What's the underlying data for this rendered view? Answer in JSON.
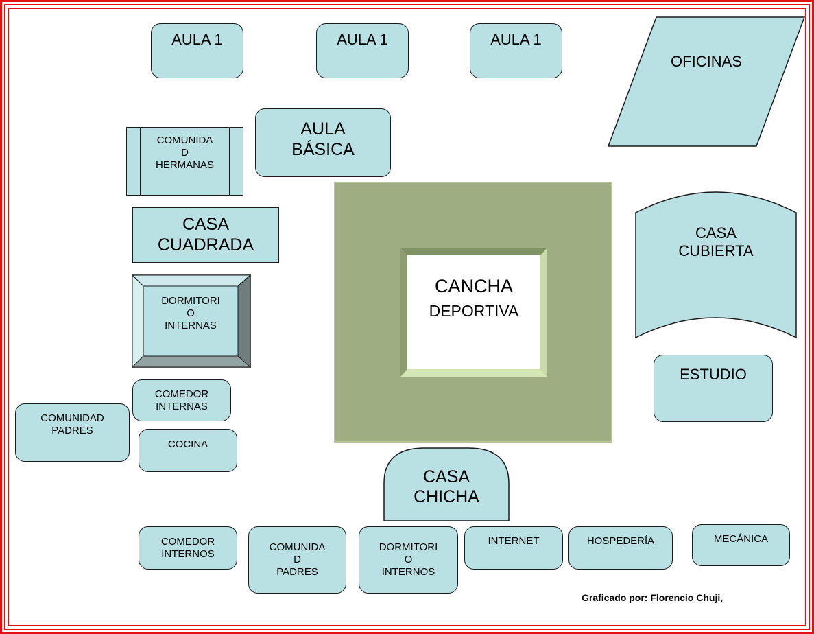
{
  "labels": {
    "aula_1a": "AULA 1",
    "aula_1b": "AULA 1",
    "aula_1c": "AULA 1",
    "oficinas": "OFICINAS",
    "comunidad_hermanas": "COMUNIDA\nD\nHERMANAS",
    "aula_basica": "AULA\nBÁSICA",
    "casa_cuadrada": "CASA\nCUADRADA",
    "dormitorio_internas": "DORMITORI\nO\nINTERNAS",
    "cancha_deportiva_1": "CANCHA",
    "cancha_deportiva_2": "DEPORTIVA",
    "casa_cubierta": "CASA\nCUBIERTA",
    "estudio": "ESTUDIO",
    "comedor_internas": "COMEDOR\nINTERNAS",
    "comunidad_padres_left": "COMUNIDAD\nPADRES",
    "cocina": "COCINA",
    "casa_chicha": "CASA\nCHICHA",
    "comedor_internos": "COMEDOR\nINTERNOS",
    "comunidad_padres_bottom": "COMUNIDA\nD\nPADRES",
    "dormitorio_internos": "DORMITORI\nO\nINTERNOS",
    "internet": "INTERNET",
    "hospederia": "HOSPEDERÍA",
    "mecanica": "MECÁNICA",
    "credit": "Graficado por: Florencio Chuji,"
  },
  "colors": {
    "building_fill": "#b9e0e3",
    "border_frame": "#e41010",
    "court_outer": "#9fae82",
    "court_bevel_light": "#d5e6b5",
    "court_bevel_dark": "#7f9263",
    "court_inner": "#ffffff"
  }
}
